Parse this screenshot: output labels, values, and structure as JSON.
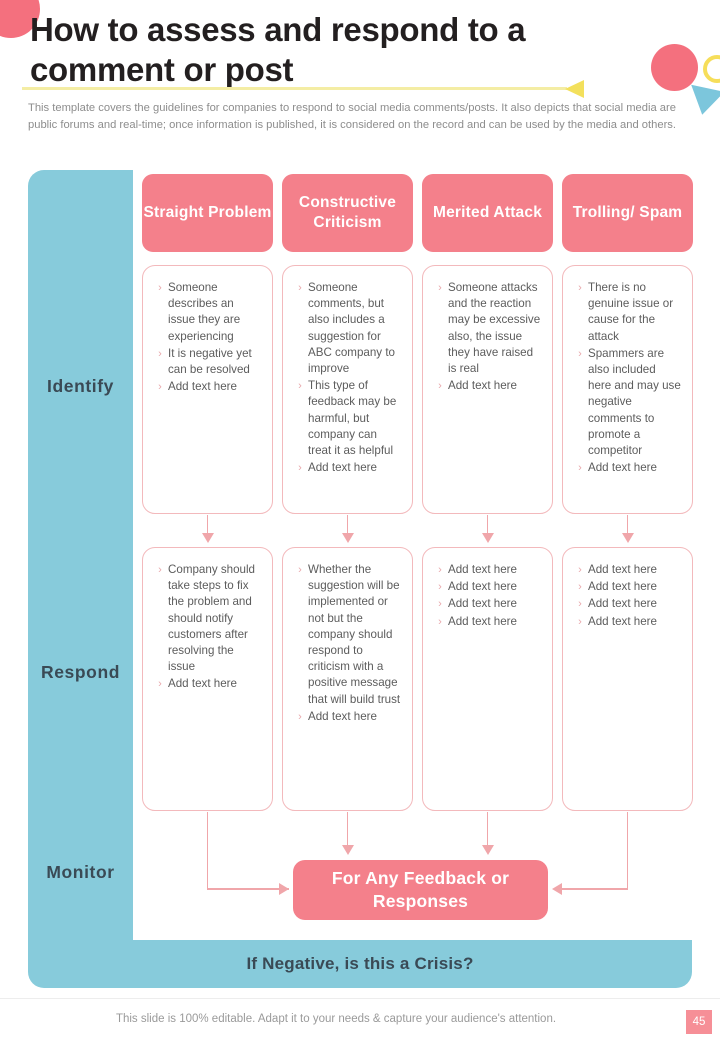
{
  "slide": {
    "title": "How to assess and respond to a comment or post",
    "description": "This template covers the guidelines for companies to respond to social media comments/posts. It also depicts that social media are public forums and real-time; once information is published, it is considered on the record and can be used by the media and others.",
    "crisis_question": "If Negative, is this a Crisis?",
    "feedback_box": "For Any Feedback or Responses"
  },
  "colors": {
    "pink": "#F4808B",
    "pink_border": "#F3B9BC",
    "teal": "#87CBDB",
    "yellow": "#F3E05C",
    "text_dark": "#3a4a55",
    "text_body": "#5c5c5c"
  },
  "stages": [
    {
      "label": "Identify"
    },
    {
      "label": "Respond"
    },
    {
      "label": "Monitor"
    }
  ],
  "columns": [
    {
      "header": "Straight Problem",
      "identify": [
        "Someone describes an issue they are experiencing",
        "It is negative yet can be resolved",
        "Add text here"
      ],
      "respond": [
        "Company should take steps to fix the problem and should notify customers after resolving the issue",
        "Add text here"
      ]
    },
    {
      "header": "Constructive Criticism",
      "identify": [
        "Someone comments, but also includes a suggestion for ABC company to improve",
        "This type of feedback may be harmful, but company can treat it as helpful",
        "Add text here"
      ],
      "respond": [
        "Whether the suggestion will be implemented or not but the company should respond to criticism with a positive message that will build trust",
        "Add text here"
      ]
    },
    {
      "header": "Merited Attack",
      "identify": [
        "Someone attacks and the reaction may be excessive also, the issue they have raised is real",
        "Add text here"
      ],
      "respond": [
        "Add text here",
        "Add text here",
        "Add text here",
        "Add text here"
      ]
    },
    {
      "header": "Trolling/ Spam",
      "identify": [
        "There is no genuine issue or cause for the attack",
        "Spammers are also included here and may use negative comments to promote a competitor",
        "Add text here"
      ],
      "respond": [
        "Add text here",
        "Add text here",
        "Add text here",
        "Add text here"
      ]
    }
  ],
  "bullet_glyph": "›",
  "footer": {
    "note": "This slide is 100% editable. Adapt it to your needs & capture your audience's attention.",
    "page_number": "45"
  }
}
